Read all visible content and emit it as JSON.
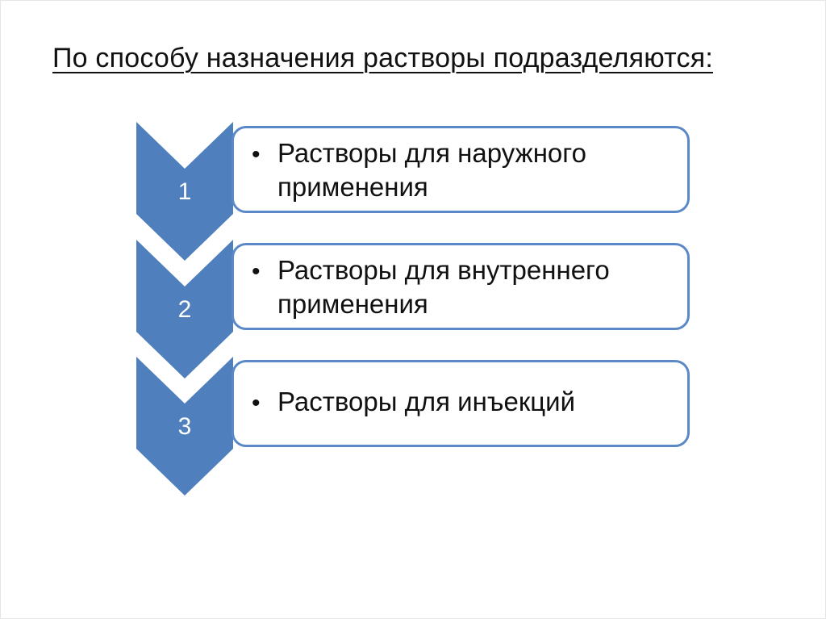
{
  "title": "По способу назначения растворы подразделяются:",
  "colors": {
    "accent": "#4f7fbd",
    "card_border": "#5b88c6"
  },
  "steps": [
    {
      "number": "1",
      "bullet": "•",
      "text": "Растворы для  наружного применения"
    },
    {
      "number": "2",
      "bullet": "•",
      "text": "Растворы для внутреннего применения"
    },
    {
      "number": "3",
      "bullet": "•",
      "text": "Растворы для инъекций"
    }
  ]
}
